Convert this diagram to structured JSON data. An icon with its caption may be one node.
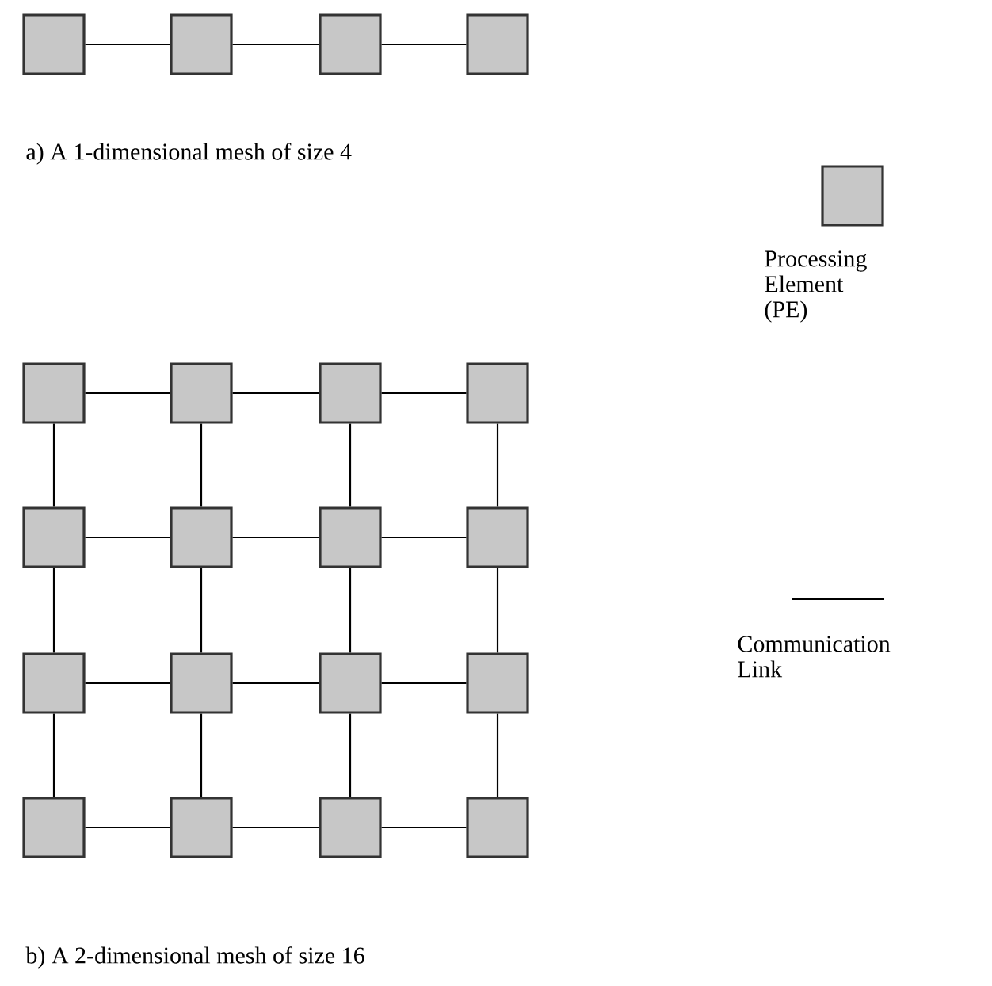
{
  "diagram": {
    "nodes": [
      {
        "text": [],
        "shape": "box"
      },
      {
        "text": [],
        "shape": "box"
      },
      {
        "text": [],
        "shape": "box"
      },
      {
        "text": [],
        "shape": "box"
      },
      {
        "text": [],
        "shape": "box"
      },
      {
        "text": [],
        "shape": "box"
      },
      {
        "text": [],
        "shape": "box"
      },
      {
        "text": [],
        "shape": "box"
      },
      {
        "text": [],
        "shape": "box"
      },
      {
        "text": [],
        "shape": "box"
      },
      {
        "text": [],
        "shape": "box"
      },
      {
        "text": [],
        "shape": "box"
      },
      {
        "text": [],
        "shape": "box"
      },
      {
        "text": [],
        "shape": "box"
      },
      {
        "text": [],
        "shape": "box"
      },
      {
        "text": [],
        "shape": "box"
      },
      {
        "text": [],
        "shape": "box"
      },
      {
        "text": [],
        "shape": "box"
      },
      {
        "text": [],
        "shape": "box"
      },
      {
        "text": [],
        "shape": "box"
      }
    ],
    "edges": [
      {
        "from": 0,
        "to": 1,
        "arrow": "none"
      },
      {
        "from": 1,
        "to": 2,
        "arrow": "none"
      },
      {
        "from": 2,
        "to": 3,
        "arrow": "none"
      },
      {
        "from": 4,
        "to": 5,
        "arrow": "none"
      },
      {
        "from": 5,
        "to": 6,
        "arrow": "none"
      },
      {
        "from": 6,
        "to": 7,
        "arrow": "none"
      },
      {
        "from": 8,
        "to": 9,
        "arrow": "none"
      },
      {
        "from": 9,
        "to": 10,
        "arrow": "none"
      },
      {
        "from": 10,
        "to": 11,
        "arrow": "none"
      },
      {
        "from": 12,
        "to": 13,
        "arrow": "none"
      },
      {
        "from": 13,
        "to": 14,
        "arrow": "none"
      },
      {
        "from": 14,
        "to": 15,
        "arrow": "none"
      },
      {
        "from": 16,
        "to": 17,
        "arrow": "none"
      },
      {
        "from": 17,
        "to": 18,
        "arrow": "none"
      },
      {
        "from": 18,
        "to": 19,
        "arrow": "none"
      },
      {
        "from": 4,
        "to": 8,
        "arrow": "none"
      },
      {
        "from": 8,
        "to": 12,
        "arrow": "none"
      },
      {
        "from": 12,
        "to": 16,
        "arrow": "none"
      },
      {
        "from": 5,
        "to": 9,
        "arrow": "none"
      },
      {
        "from": 9,
        "to": 13,
        "arrow": "none"
      },
      {
        "from": 13,
        "to": 17,
        "arrow": "none"
      },
      {
        "from": 6,
        "to": 10,
        "arrow": "none"
      },
      {
        "from": 10,
        "to": 14,
        "arrow": "none"
      },
      {
        "from": 14,
        "to": 18,
        "arrow": "none"
      },
      {
        "from": 7,
        "to": 11,
        "arrow": "none"
      },
      {
        "from": 11,
        "to": 15,
        "arrow": "none"
      },
      {
        "from": 15,
        "to": 19,
        "arrow": "none"
      }
    ],
    "labels": [
      "a) A 1-dimensional mesh of size 4",
      "b) A 2-dimensional mesh of size 16"
    ],
    "legend": [
      {
        "text": "Processing Element (PE)"
      },
      {
        "text": "Communication Link"
      }
    ]
  }
}
